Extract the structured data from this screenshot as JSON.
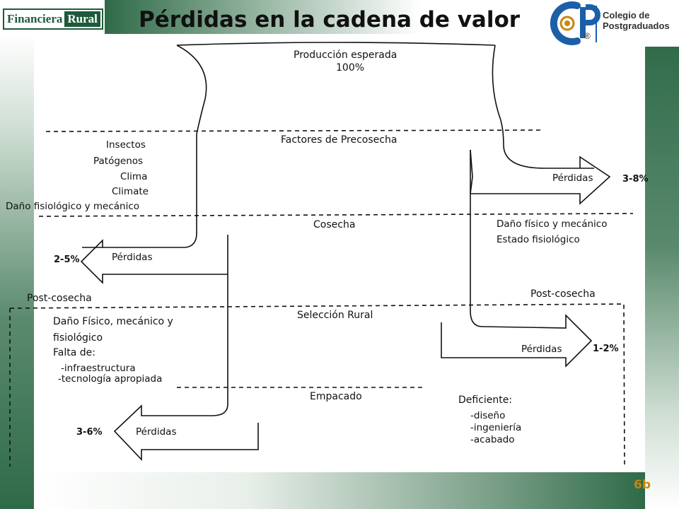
{
  "header": {
    "logo_left": {
      "word1": "Financiera",
      "word2": "Rural"
    },
    "title": "Pérdidas en la cadena de valor",
    "logo_right": {
      "monogram": "CP",
      "registered": "®",
      "line1": "Colegio de",
      "line2": "Postgraduados"
    }
  },
  "diagram": {
    "top_label": "Producción esperada",
    "top_percent": "100%",
    "section_precosecha": "Factores de Precosecha",
    "precosecha_factors": [
      "Insectos",
      "Patógenos",
      "Clima",
      "Climate",
      "Daño fisiológico y mecánico"
    ],
    "loss_precosecha": {
      "label": "Pérdidas",
      "percent": "3-8%"
    },
    "section_cosecha": "Cosecha",
    "cosecha_factors": [
      "Daño físico y mecánico",
      "Estado fisiológico"
    ],
    "loss_cosecha": {
      "label": "Pérdidas",
      "percent": "2-5%"
    },
    "postcosecha_left": "Post-cosecha",
    "postcosecha_right": "Post-cosecha",
    "section_seleccion": "Selección Rural",
    "seleccion_factors": [
      "Daño Físico, mecánico y",
      "fisiológico",
      "Falta de:",
      "-infraestructura",
      "-tecnología apropiada"
    ],
    "loss_seleccion": {
      "label": "Pérdidas",
      "percent": "1-2%"
    },
    "section_empacado": "Empacado",
    "empacado_factors": [
      "Deficiente:",
      "-diseño",
      "-ingeniería",
      "-acabado"
    ],
    "loss_empacado": {
      "label": "Pérdidas",
      "percent": "3-6%"
    }
  },
  "footer": {
    "slide_number": "6b"
  },
  "colors": {
    "green_dark": "#2e6a48",
    "green_mid": "#5a8a6e",
    "gold": "#c8860a",
    "logo_border": "#1e5a3a",
    "cp_blue": "#1b5fa8"
  }
}
